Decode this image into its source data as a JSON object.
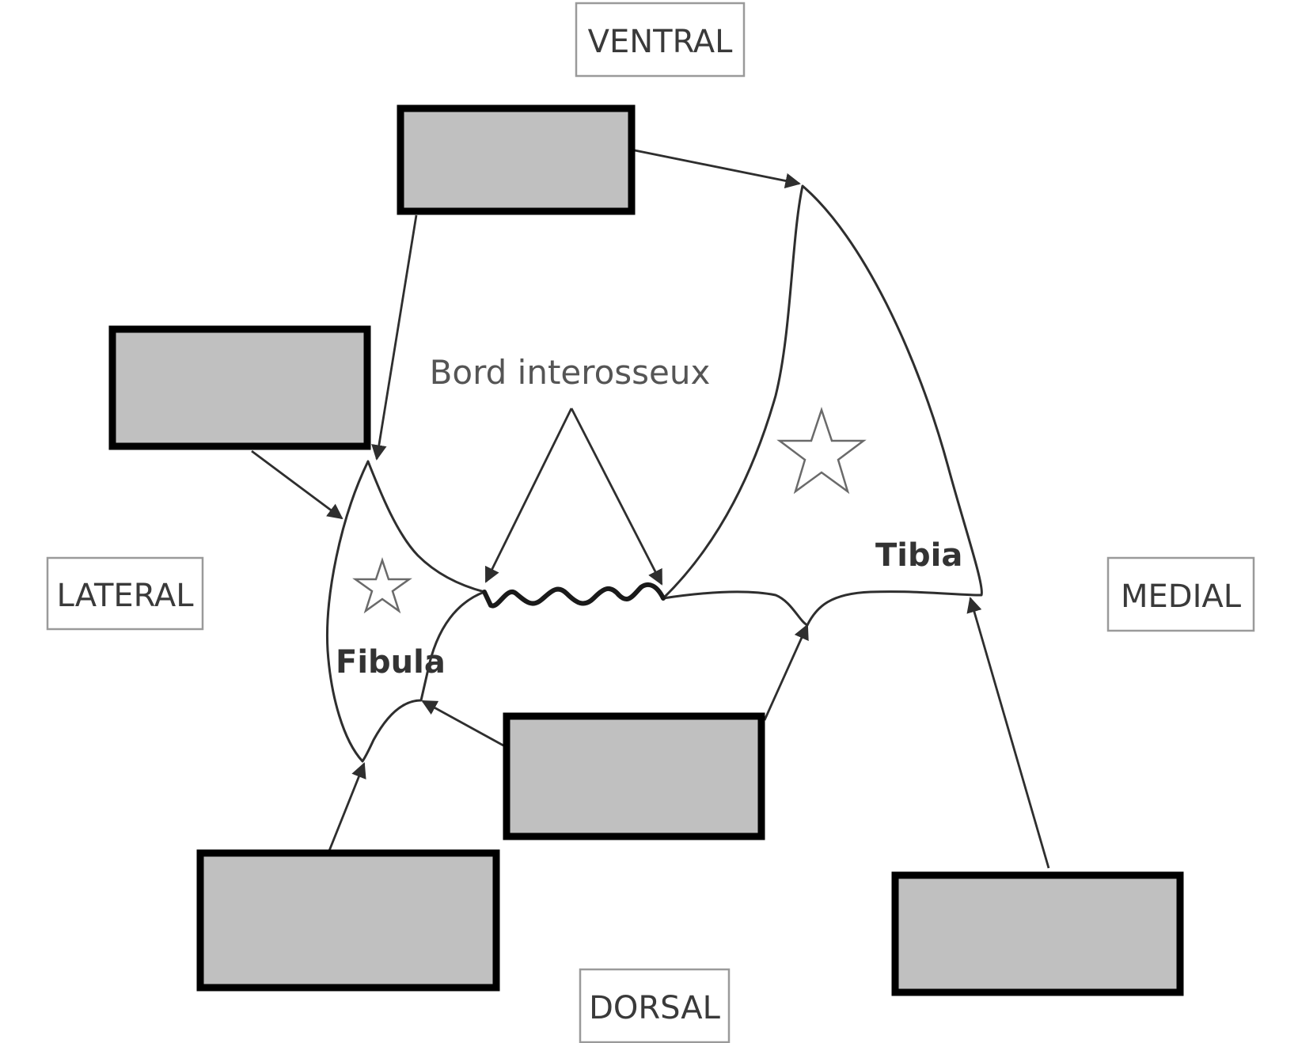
{
  "orientation": {
    "ventral": "VENTRAL",
    "dorsal": "DORSAL",
    "lateral": "LATERAL",
    "medial": "MEDIAL"
  },
  "bones": {
    "fibula": "Fibula",
    "tibia": "Tibia"
  },
  "caption": "Bord interosseux",
  "colors": {
    "answer_box_fill": "#c0c0c0",
    "answer_box_border": "#000000",
    "outline": "#2e2e2e"
  }
}
